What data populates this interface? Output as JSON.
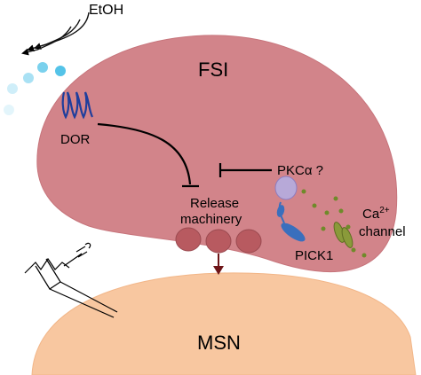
{
  "labels": {
    "etoh": "EtOH",
    "fsi": "FSI",
    "dor": "DOR",
    "pkc": "PKCα ?",
    "release_line1": "Release",
    "release_line2": "machinery",
    "ca_base": "Ca",
    "ca_sup": "2+",
    "channel": "channel",
    "pick1": "PICK1",
    "msn": "MSN"
  },
  "colors": {
    "fsi_fill": "#d2848a",
    "msn_fill": "#f8c7a0",
    "vesicle": "#b85a60",
    "arrow_down": "#6e1518",
    "dor_receptor": "#1f3e9c",
    "pkc_ball": "#b7a9d8",
    "pick1": "#3a6fbd",
    "ca_channel": "#8a9a3a",
    "ca_dots": "#6f8a2a",
    "etoh_drops": "#41bde6"
  },
  "icons": {
    "etoh": "wavy-arrows-icon",
    "dor": "gpcr-receptor-icon",
    "pkc": "protein-ball-icon",
    "pick1": "pick1-protein-icon",
    "ca_channel": "ion-channel-icon",
    "electrode": "stimulating-electrode-icon"
  }
}
